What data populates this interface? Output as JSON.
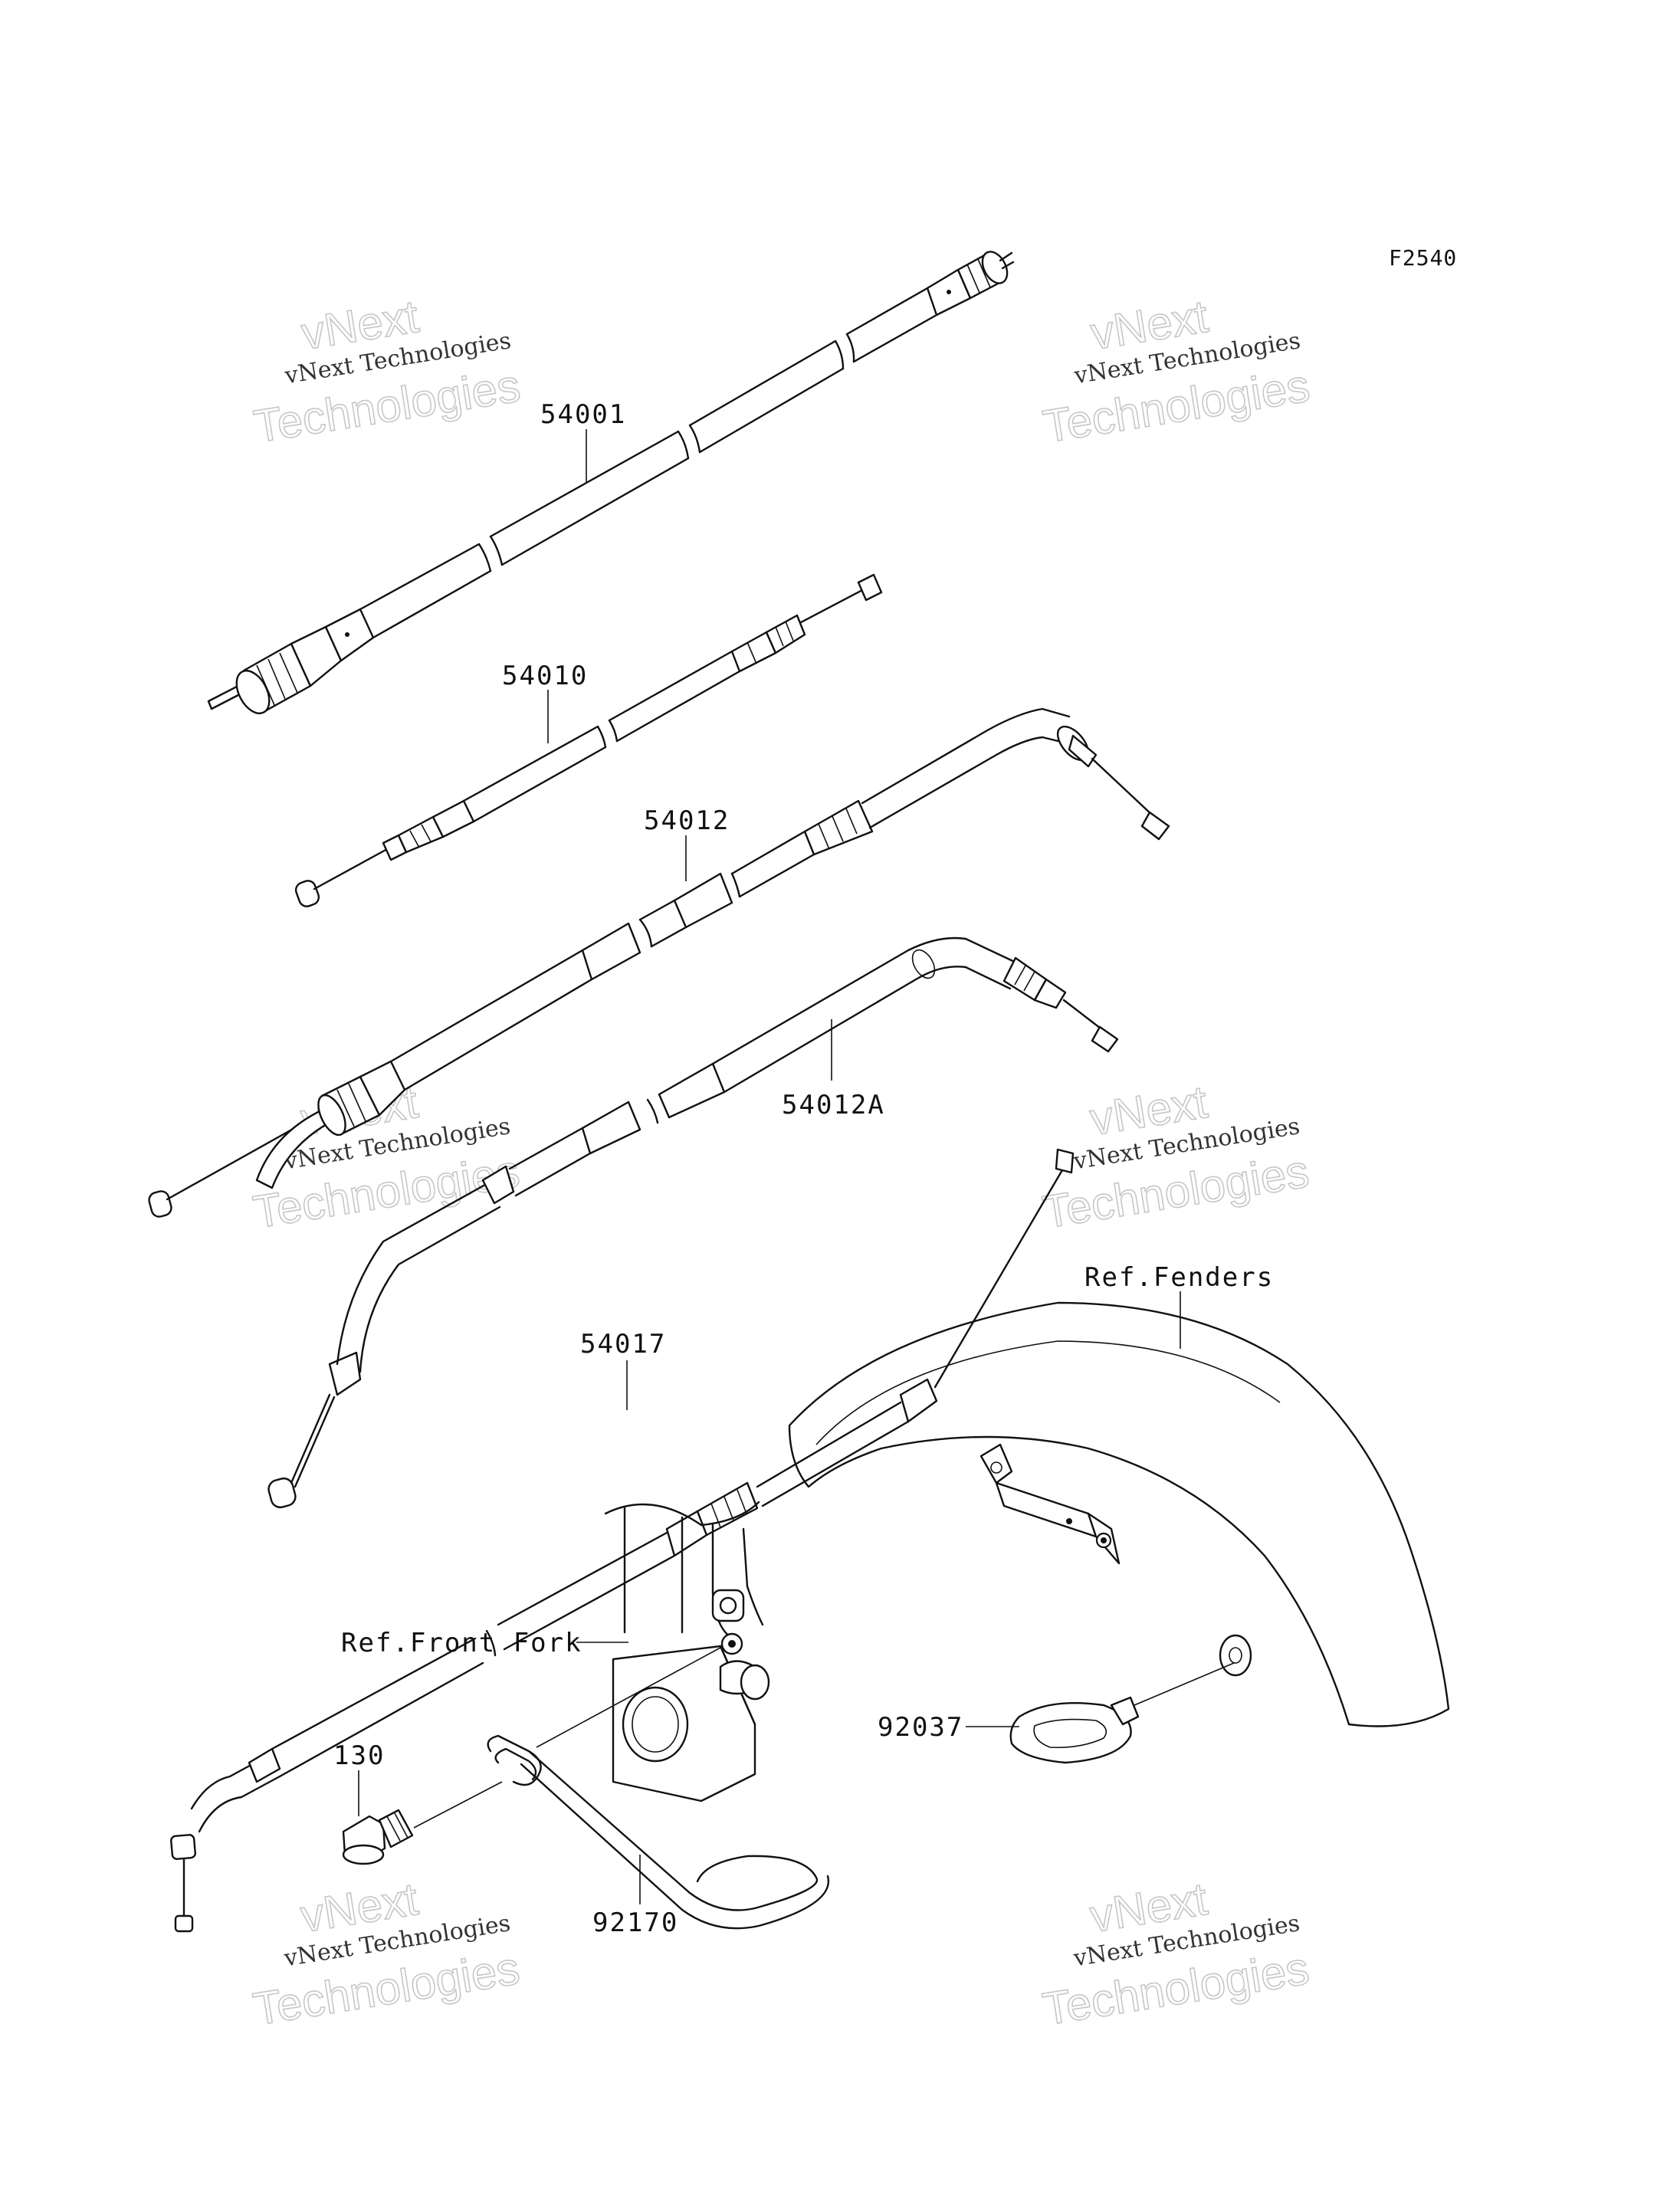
{
  "figure_code": "F2540",
  "parts": {
    "p54001": "54001",
    "p54010": "54010",
    "p54012": "54012",
    "p54012a": "54012A",
    "p54017": "54017",
    "p130": "130",
    "p92170": "92170",
    "p92037": "92037"
  },
  "references": {
    "fenders": "Ref.Fenders",
    "front_fork": "Ref.Front Fork"
  },
  "watermark": {
    "line1": "vNext",
    "line2": "vNext Technologies",
    "line3": "Technologies"
  },
  "colors": {
    "line": "#111111",
    "watermark_outline": "#c7c7c7",
    "background": "#ffffff"
  }
}
